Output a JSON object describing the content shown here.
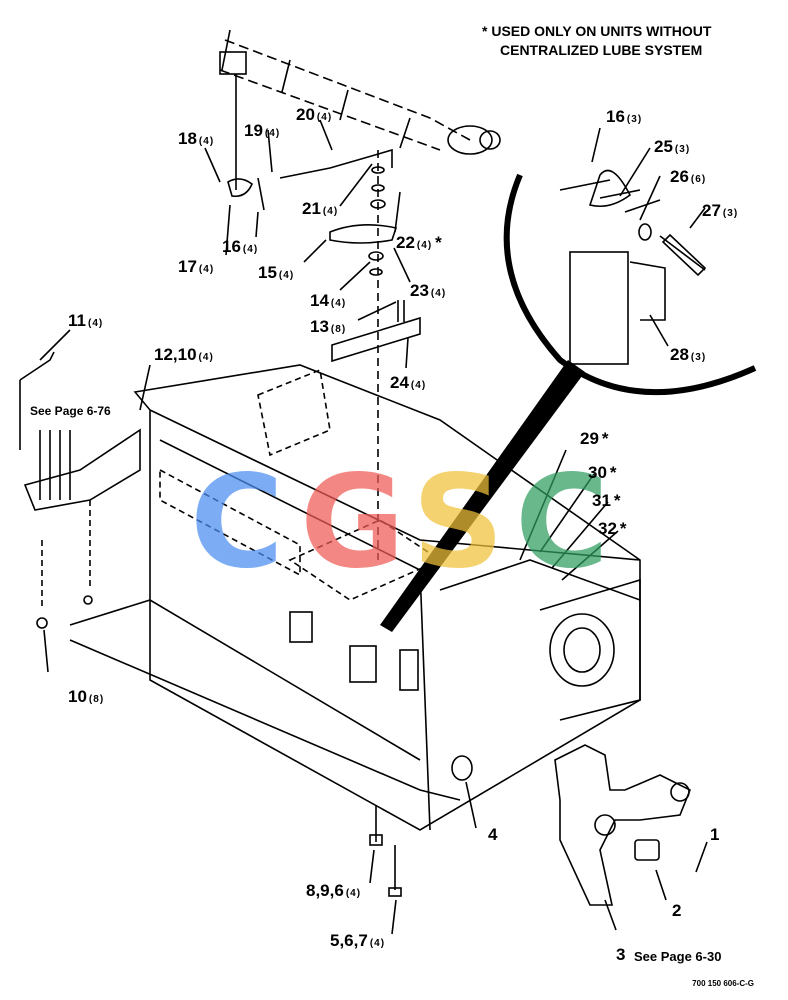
{
  "header_note": {
    "line1": "* USED ONLY ON UNITS WITHOUT",
    "line2": "CENTRALIZED LUBE SYSTEM"
  },
  "drawing_number": "700 150 606-C-G",
  "watermark": {
    "letters": [
      "C",
      "G",
      "S",
      "C"
    ],
    "colors": [
      "#4a8df0",
      "#ef5a55",
      "#f2c23a",
      "#2f9e61"
    ]
  },
  "callouts": [
    {
      "id": "c18",
      "num": "18",
      "qty": "(4)",
      "star": ""
    },
    {
      "id": "c19",
      "num": "19",
      "qty": "(4)",
      "star": ""
    },
    {
      "id": "c20",
      "num": "20",
      "qty": "(4)",
      "star": ""
    },
    {
      "id": "c21",
      "num": "21",
      "qty": "(4)",
      "star": ""
    },
    {
      "id": "c16a",
      "num": "16",
      "qty": "(4)",
      "star": ""
    },
    {
      "id": "c22",
      "num": "22",
      "qty": "(4)",
      "star": "*"
    },
    {
      "id": "c17",
      "num": "17",
      "qty": "(4)",
      "star": ""
    },
    {
      "id": "c15",
      "num": "15",
      "qty": "(4)",
      "star": ""
    },
    {
      "id": "c23",
      "num": "23",
      "qty": "(4)",
      "star": ""
    },
    {
      "id": "c14",
      "num": "14",
      "qty": "(4)",
      "star": ""
    },
    {
      "id": "c13",
      "num": "13",
      "qty": "(8)",
      "star": ""
    },
    {
      "id": "c24",
      "num": "24",
      "qty": "(4)",
      "star": ""
    },
    {
      "id": "c11",
      "num": "11",
      "qty": "(4)",
      "star": ""
    },
    {
      "id": "c1210",
      "num": "12,10",
      "qty": "(4)",
      "star": ""
    },
    {
      "id": "c16b",
      "num": "16",
      "qty": "(3)",
      "star": ""
    },
    {
      "id": "c25",
      "num": "25",
      "qty": "(3)",
      "star": ""
    },
    {
      "id": "c26",
      "num": "26",
      "qty": "(6)",
      "star": ""
    },
    {
      "id": "c27",
      "num": "27",
      "qty": "(3)",
      "star": ""
    },
    {
      "id": "c28",
      "num": "28",
      "qty": "(3)",
      "star": ""
    },
    {
      "id": "c29",
      "num": "29",
      "qty": "",
      "star": "*"
    },
    {
      "id": "c30",
      "num": "30",
      "qty": "",
      "star": "*"
    },
    {
      "id": "c31",
      "num": "31",
      "qty": "",
      "star": "*"
    },
    {
      "id": "c32",
      "num": "32",
      "qty": "",
      "star": "*"
    },
    {
      "id": "c10",
      "num": "10",
      "qty": "(8)",
      "star": ""
    },
    {
      "id": "c4",
      "num": "4",
      "qty": "",
      "star": ""
    },
    {
      "id": "c1",
      "num": "1",
      "qty": "",
      "star": ""
    },
    {
      "id": "c2",
      "num": "2",
      "qty": "",
      "star": ""
    },
    {
      "id": "c896",
      "num": "8,9,6",
      "qty": "(4)",
      "star": ""
    },
    {
      "id": "c567",
      "num": "5,6,7",
      "qty": "(4)",
      "star": ""
    },
    {
      "id": "c3",
      "num": "3",
      "qty": "",
      "star": ""
    }
  ],
  "see_page_refs": {
    "p676": "See Page 6-76",
    "p630": "See Page 6-30"
  }
}
